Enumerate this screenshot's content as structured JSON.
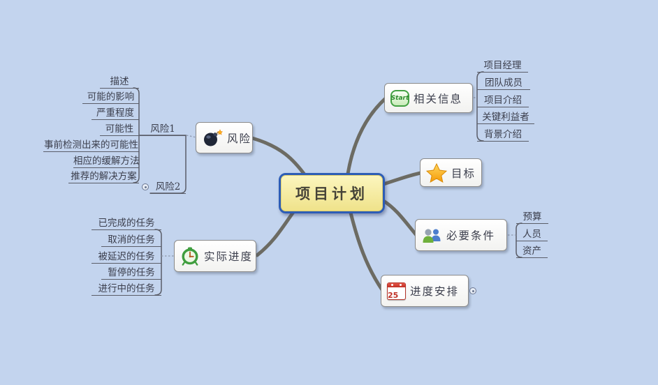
{
  "colors": {
    "background": "#c3d4ee",
    "branch_line": "#6c6b63",
    "connector_line": "#5a5d68",
    "center_fill": "#f6eda0",
    "center_border": "#2d5db6",
    "node_fill": "#ffffff",
    "node_border": "#8a8a8a",
    "text": "#3b3e4c"
  },
  "center": {
    "label": "项目计划"
  },
  "branches": [
    {
      "label": "风险",
      "icon": "bomb-icon",
      "children": [
        {
          "label": "风险1",
          "children": [
            "描述",
            "可能的影响",
            "严重程度",
            "可能性",
            "事前检测出来的可能性",
            "相应的缓解方法",
            "推荐的解决方案"
          ]
        },
        {
          "label": "风险2",
          "collapsed": true
        }
      ]
    },
    {
      "label": "相关信息",
      "icon": "start-icon",
      "children": [
        "项目经理",
        "团队成员",
        "项目介绍",
        "关键利益者",
        "背景介绍"
      ]
    },
    {
      "label": "目标",
      "icon": "star-icon",
      "children": []
    },
    {
      "label": "必要条件",
      "icon": "people-icon",
      "children": [
        "预算",
        "人员",
        "资产"
      ]
    },
    {
      "label": "进度安排",
      "icon": "calendar-icon",
      "collapsed": true,
      "children": []
    },
    {
      "label": "实际进度",
      "icon": "clock-icon",
      "children": [
        "已完成的任务",
        "取消的任务",
        "被延迟的任务",
        "暂停的任务",
        "进行中的任务"
      ]
    }
  ],
  "icons": {
    "start_label": "Start",
    "calendar_day": "25"
  }
}
